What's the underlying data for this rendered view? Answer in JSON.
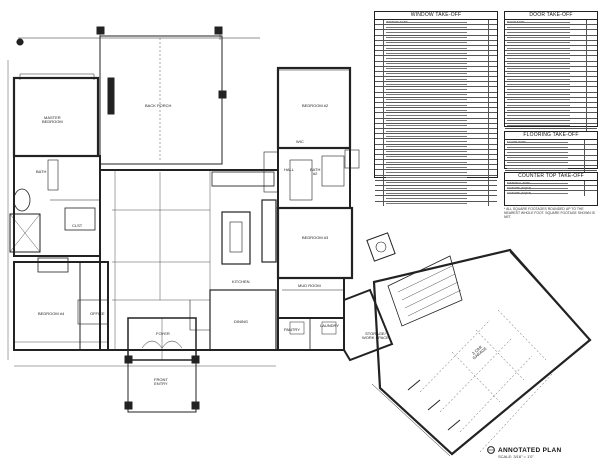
{
  "rooms": {
    "back_porch": "BACK PORCH",
    "master_bedroom": "MASTER\nBEDROOM",
    "bedroom_2": "BEDROOM #2",
    "bath_2": "BATH\n#2",
    "wic": "WIC",
    "hall": "HALL",
    "bedroom_3": "BEDROOM #3",
    "master_bath": "BATH",
    "closet": "CLST",
    "kitchen": "KITCHEN",
    "dining": "DINING",
    "office": "OFFICE",
    "bedroom_4": "BEDROOM #4",
    "foyer": "FOYER",
    "front_entry": "FRONT\nENTRY",
    "mud_room": "MUD ROOM",
    "pantry": "PANTRY",
    "laundry": "LAUNDRY",
    "storage": "STORAGE/\nWORK SPACE",
    "garage": "3 CAR\nGARAGE"
  },
  "schedules": {
    "window": "WINDOW TAKE-OFF",
    "door": "DOOR TAKE-OFF",
    "flooring": "FLOORING TAKE-OFF",
    "counter": "COUNTER TOP TAKE-OFF",
    "window_header_1": "WINDOW TYPE",
    "door_header_1": "DOOR TYPE",
    "flooring_header_1": "FLOOR TYPE",
    "counter_header_1": "MATERIAL TYPE",
    "counter_row_1": "GRANITE (SQFT)",
    "counter_row_2": "GRANITE (SQFT)"
  },
  "note": "* ALL SQUARE FOOTAGES ROUNDED UP TO THE NEAREST WHOLE FOOT. SQUARE FOOTAGE SHOWN IS NET.",
  "title_block": {
    "title": "ANNOTATED PLAN",
    "scale": "SCALE: 3/16\" = 1'0\""
  },
  "colors": {
    "wall": "#222222",
    "line": "#555555",
    "paper": "#ffffff"
  }
}
